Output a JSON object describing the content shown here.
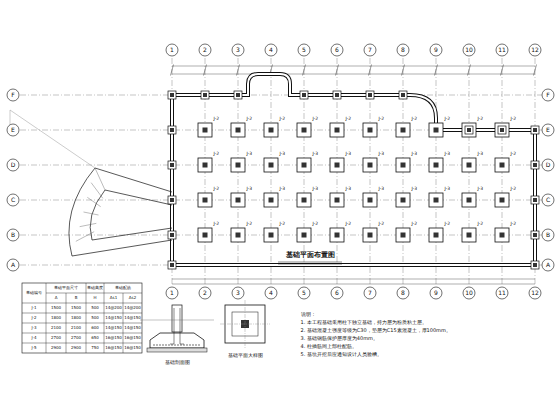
{
  "diagram": {
    "title": "基础平面布置图",
    "labels": [
      "1",
      "2",
      "3",
      "4",
      "5",
      "6",
      "7",
      "8",
      "9",
      "10",
      "11",
      "12",
      "1",
      "2",
      "3",
      "4",
      "5",
      "6",
      "7",
      "8",
      "9",
      "10",
      "11",
      "12",
      "A",
      "B",
      "C",
      "D",
      "E",
      "F",
      "A",
      "B",
      "C",
      "D",
      "E",
      "F",
      "基础编号",
      "基础平面尺寸",
      "基础高度",
      "基础配筋",
      "A",
      "B",
      "H",
      "As1",
      "As2",
      "J-1",
      "1500",
      "1500",
      "500",
      "14@200",
      "14@200",
      "J-2",
      "1800",
      "1800",
      "500",
      "14@150",
      "14@150",
      "J-3",
      "2100",
      "2100",
      "600",
      "14@150",
      "14@150",
      "J-4",
      "2700",
      "2700",
      "650",
      "16@150",
      "16@150",
      "J-5",
      "2900",
      "2900",
      "750",
      "16@150",
      "16@150",
      "J-2",
      "J-2",
      "J-2",
      "J-2",
      "J-2",
      "J-2",
      "J-2",
      "J-2",
      "J-2",
      "J-2",
      "J-2",
      "J-3",
      "J-3",
      "J-3",
      "J-3",
      "J-3",
      "J-3",
      "J-3",
      "J-3",
      "J-2",
      "J-2",
      "J-3",
      "J-3",
      "J-3",
      "J-3",
      "J-3",
      "J-3",
      "J-3",
      "J-3",
      "J-2",
      "J-2",
      "J-2",
      "J-2",
      "J-2",
      "J-2",
      "J-2",
      "J-2",
      "J-2",
      "J-2",
      "J-2",
      "基础剖面图",
      "基础平面大样图",
      "说明：",
      "1. 本工程基础采用柱下独立基础，持力层为粉质粘土层。",
      "2. 基础混凝土强度等级为C30，垫层为C15素混凝土，厚100mm。",
      "3. 基础钢筋保护层厚度为40mm。",
      "4. 柱插筋同上部柱配筋。",
      "5. 基坑开挖后应通知设计人员验槽。"
    ]
  }
}
